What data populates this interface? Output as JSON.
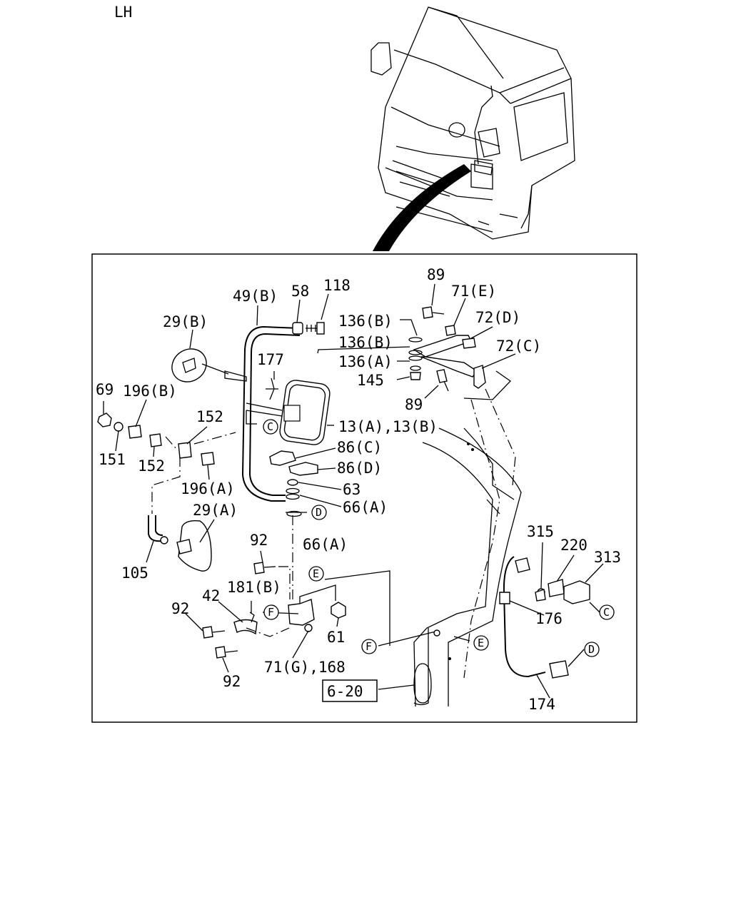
{
  "header": {
    "side": "LH"
  },
  "labels": {
    "l_29b": "29(B)",
    "l_49b": "49(B)",
    "l_58": "58",
    "l_118": "118",
    "l_89a": "89",
    "l_71e": "71(E)",
    "l_72d": "72(D)",
    "l_72c": "72(C)",
    "l_136b1": "136(B)",
    "l_136b2": "136(B)",
    "l_136a": "136(A)",
    "l_145": "145",
    "l_89b": "89",
    "l_177": "177",
    "l_69": "69",
    "l_196b": "196(B)",
    "l_152a": "152",
    "l_13": "13(A),13(B)",
    "l_151": "151",
    "l_152b": "152",
    "l_86c": "86(C)",
    "l_86d": "86(D)",
    "l_196a": "196(A)",
    "l_63": "63",
    "l_66a1": "66(A)",
    "l_29a": "29(A)",
    "l_66a2": "66(A)",
    "l_92a": "92",
    "l_105": "105",
    "l_315": "315",
    "l_220": "220",
    "l_313": "313",
    "l_42": "42",
    "l_181b": "181(B)",
    "l_92b": "92",
    "l_61": "61",
    "l_176": "176",
    "l_92c": "92",
    "l_71g": "71(G),168",
    "l_ref": "6-20",
    "l_174": "174"
  },
  "callouts": {
    "C": "C",
    "D": "D",
    "E": "E",
    "F": "F"
  }
}
